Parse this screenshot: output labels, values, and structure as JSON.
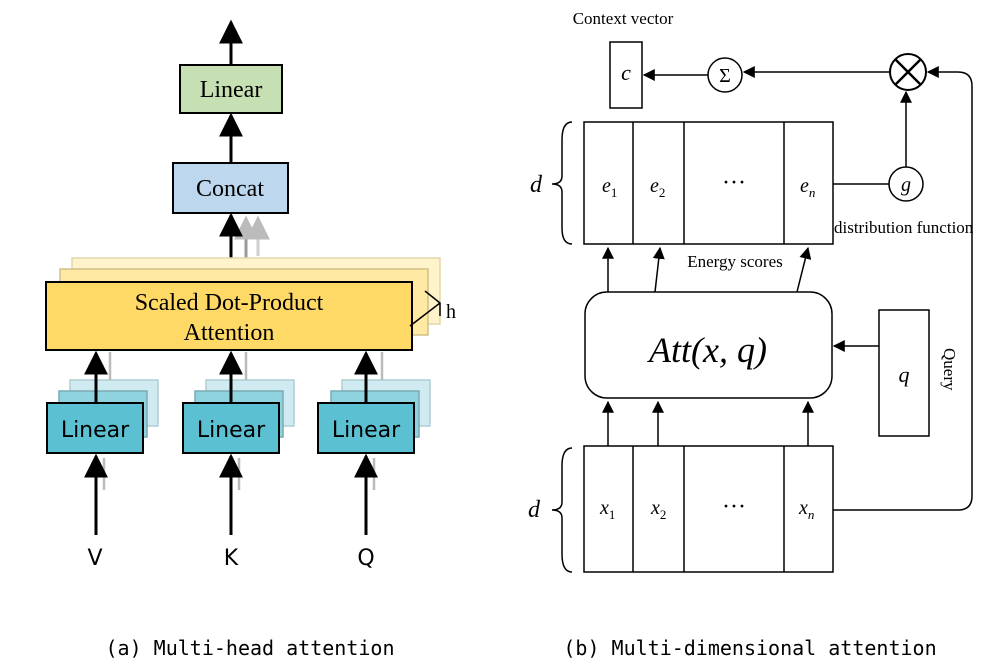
{
  "left": {
    "output_linear": "Linear",
    "concat": "Concat",
    "attention_line1": "Scaled Dot-Product",
    "attention_line2": "Attention",
    "heads": "h",
    "linear_v": "Linear",
    "linear_k": "Linear",
    "linear_q": "Linear",
    "input_v": "V",
    "input_k": "K",
    "input_q": "Q",
    "caption": "(a) Multi-head attention",
    "colors": {
      "linear_out": "#c6e0b4",
      "concat": "#bdd7ee",
      "attention": "#ffd966",
      "linear_in": "#5bc0d1"
    }
  },
  "right": {
    "context_vector_label": "Context vector",
    "c": "c",
    "sigma": "Σ",
    "otimes": "⊗",
    "d_top": "d",
    "e1": "e",
    "e1_sub": "1",
    "e2": "e",
    "e2_sub": "2",
    "e_dots": "···",
    "en": "e",
    "en_sub": "n",
    "g": "g",
    "distribution_function": "distribution function",
    "energy_scores": "Energy scores",
    "att": "Att(x, q)",
    "q": "q",
    "query": "Query",
    "d_bottom": "d",
    "x1": "x",
    "x1_sub": "1",
    "x2": "x",
    "x2_sub": "2",
    "x_dots": "···",
    "xn": "x",
    "xn_sub": "n",
    "caption": "(b) Multi-dimensional attention"
  }
}
